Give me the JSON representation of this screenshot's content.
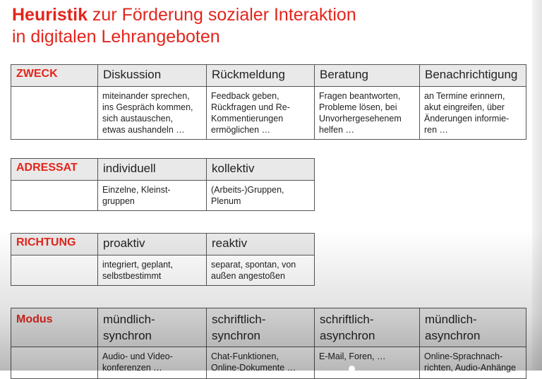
{
  "title": {
    "bold": "Heuristik",
    "rest_line1": " zur Förderung sozialer Interaktion",
    "line2": "in digitalen Lehrangeboten"
  },
  "zweck": {
    "label": "ZWECK",
    "headers": [
      "Diskussion",
      "Rückmeldung",
      "Beratung",
      "Benachrichtigung"
    ],
    "cells": [
      [
        "miteinander sprechen,",
        "ins Gespräch kommen,",
        "sich austauschen,",
        "etwas aushandeln …"
      ],
      [
        "Feedback geben,",
        "Rückfragen und Re-",
        "Kommentierungen",
        "ermöglichen …"
      ],
      [
        "Fragen beantworten,",
        "Probleme lösen, bei",
        "Unvorhergesehenem",
        "helfen …"
      ],
      [
        "an Termine erinnern,",
        "akut eingreifen, über",
        "Änderungen informie-",
        "ren …"
      ]
    ]
  },
  "adressat": {
    "label": "ADRESSAT",
    "headers": [
      "individuell",
      "kollektiv"
    ],
    "cells": [
      [
        "Einzelne, Kleinst-",
        "gruppen"
      ],
      [
        "(Arbeits-)Gruppen,",
        "Plenum"
      ]
    ]
  },
  "richtung": {
    "label": "RICHTUNG",
    "headers": [
      "proaktiv",
      "reaktiv"
    ],
    "cells": [
      [
        "integriert, geplant,",
        "selbstbestimmt"
      ],
      [
        "separat, spontan, von",
        "außen angestoßen"
      ]
    ]
  },
  "modus": {
    "label": "Modus",
    "headers": [
      [
        "mündlich-",
        "synchron"
      ],
      [
        "schriftlich-",
        "synchron"
      ],
      [
        "schriftlich-",
        "asynchron"
      ],
      [
        "mündlich-",
        "asynchron"
      ]
    ],
    "cells": [
      [
        "Audio- und Video-",
        "konferenzen …"
      ],
      [
        "Chat-Funktionen,",
        "Online-Dokumente …"
      ],
      [
        "E-Mail, Foren, …"
      ],
      [
        "Online-Sprachnach-",
        "richten, Audio-Anhänge"
      ]
    ]
  },
  "colors": {
    "accent": "#e3251c",
    "header_bg": "#e9e9e9"
  }
}
